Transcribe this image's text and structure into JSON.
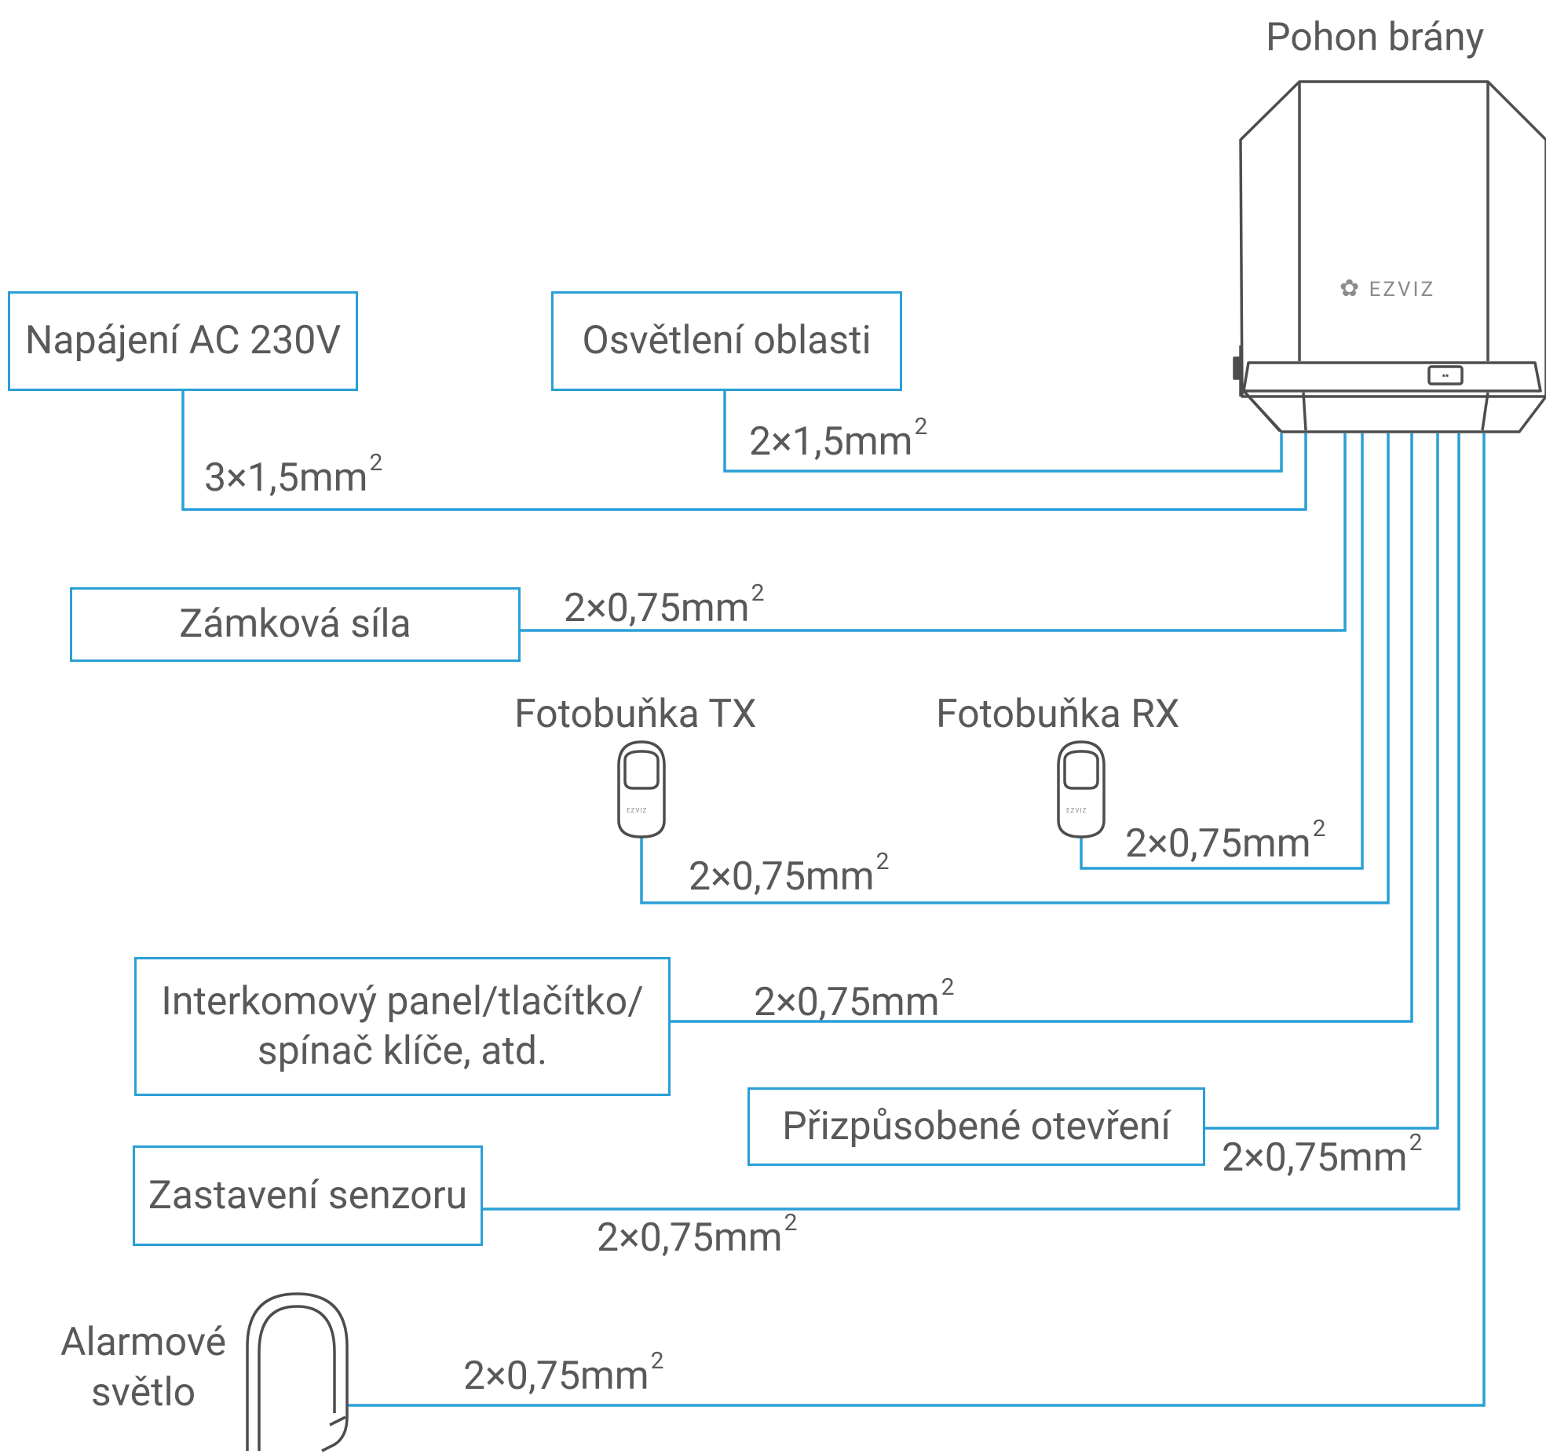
{
  "colors": {
    "wire": "#2a9fd6",
    "outline": "#4d4d4f",
    "text": "#58595b"
  },
  "device": {
    "title": "Pohon brány",
    "brand": "EZVIZ",
    "icon": "gate-motor-icon"
  },
  "boxes": {
    "power": "Napájení AC 230V",
    "area_light": "Osvětlení oblasti",
    "lock": "Zámková síla",
    "intercom_line1": "Interkomový panel/tlačítko/",
    "intercom_line2": "spínač klíče, atd.",
    "custom_open": "Přizpůsobené otevření",
    "stop_sensor": "Zastavení senzoru"
  },
  "devices": {
    "photocell_tx": "Fotobuňka TX",
    "photocell_rx": "Fotobuňka RX",
    "photocell_brand": "EZVIZ",
    "alarm_light_line1": "Alarmové",
    "alarm_light_line2": "světlo"
  },
  "wires": {
    "power": "3×1,5mm",
    "area_light": "2×1,5mm",
    "lock": "2×0,75mm",
    "photocell_tx": "2×0,75mm",
    "photocell_rx": "2×0,75mm",
    "intercom": "2×0,75mm",
    "custom_open": "2×0,75mm",
    "stop_sensor": "2×0,75mm",
    "alarm_light": "2×0,75mm",
    "superscript": "2"
  }
}
